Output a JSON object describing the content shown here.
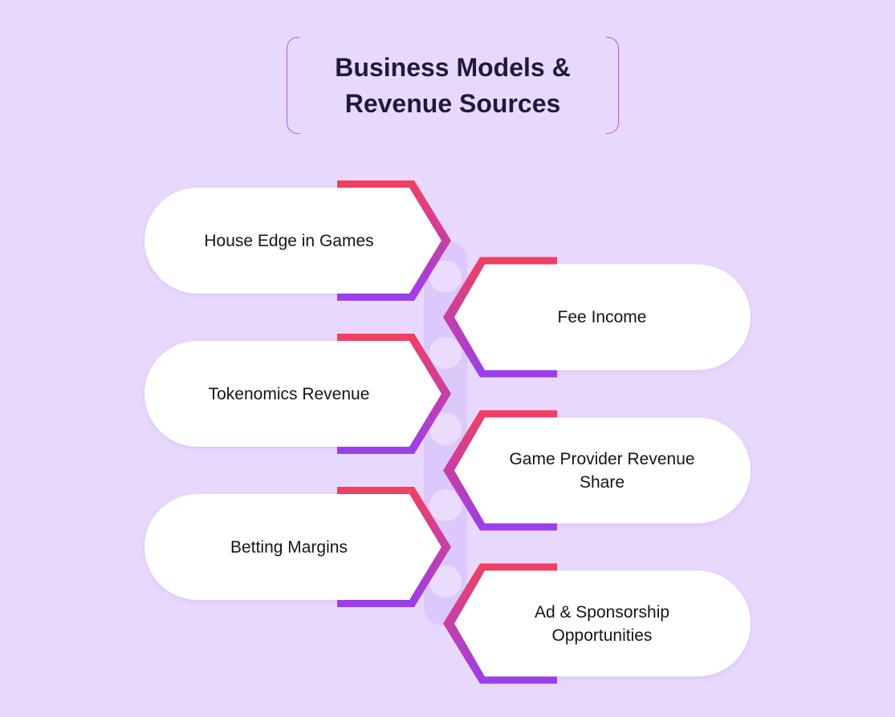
{
  "title": "Business Models &\nRevenue Sources",
  "items": [
    {
      "label": "House Edge in Games",
      "side": "left"
    },
    {
      "label": "Fee Income",
      "side": "right"
    },
    {
      "label": "Tokenomics Revenue",
      "side": "left"
    },
    {
      "label": "Game Provider Revenue\nShare",
      "side": "right"
    },
    {
      "label": "Betting Margins",
      "side": "left"
    },
    {
      "label": "Ad & Sponsorship\nOpportunities",
      "side": "right"
    }
  ],
  "colors": {
    "background": "#e8d8fd",
    "card": "#ffffff",
    "gradient_top": "#f43f5e",
    "gradient_bottom": "#9a3ff0",
    "title_text": "#1e1b3a",
    "title_border": "#a062e6",
    "connector": "#ddc8fb"
  }
}
